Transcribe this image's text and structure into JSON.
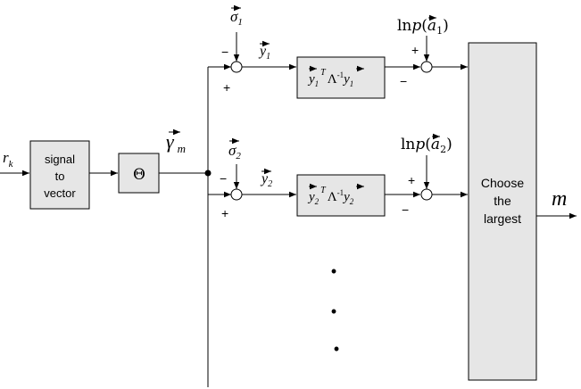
{
  "blocks": {
    "signal_to_vector": [
      "signal",
      "to",
      "vector"
    ],
    "theta": "Θ",
    "chooser": [
      "Choose",
      "the",
      "largest"
    ]
  },
  "signals": {
    "input": {
      "main": "r",
      "sub": "k"
    },
    "gamma": {
      "main": "γ",
      "sub": "m"
    },
    "output": "m"
  },
  "branches": [
    {
      "sigma": {
        "main": "σ",
        "sub": "1"
      },
      "y": {
        "main": "y",
        "sub": "1"
      },
      "lnp": {
        "ln": "ln",
        "p": "p",
        "a": "a",
        "sub": "1"
      },
      "metric": {
        "y1": "y",
        "s1": "1",
        "T": "T",
        "lambda": "Λ",
        "inv": "-1",
        "y2": "y",
        "s2": "1"
      },
      "signs": {
        "sigma_sum_top": "−",
        "sigma_sum_left": "+",
        "p_sum_top": "+",
        "p_sum_left": "−"
      }
    },
    {
      "sigma": {
        "main": "σ",
        "sub": "2"
      },
      "y": {
        "main": "y",
        "sub": "2"
      },
      "lnp": {
        "ln": "ln",
        "p": "p",
        "a": "a",
        "sub": "2"
      },
      "metric": {
        "y1": "y",
        "s1": "2",
        "T": "T",
        "lambda": "Λ",
        "inv": "-1",
        "y2": "y",
        "s2": "2"
      },
      "signs": {
        "sigma_sum_top": "−",
        "sigma_sum_left": "+",
        "p_sum_top": "+",
        "p_sum_left": "−"
      }
    }
  ],
  "ellipsis": [
    "•",
    "•",
    "•"
  ],
  "colors": {
    "block_fill": "#e6e6e6",
    "line": "#000000"
  }
}
